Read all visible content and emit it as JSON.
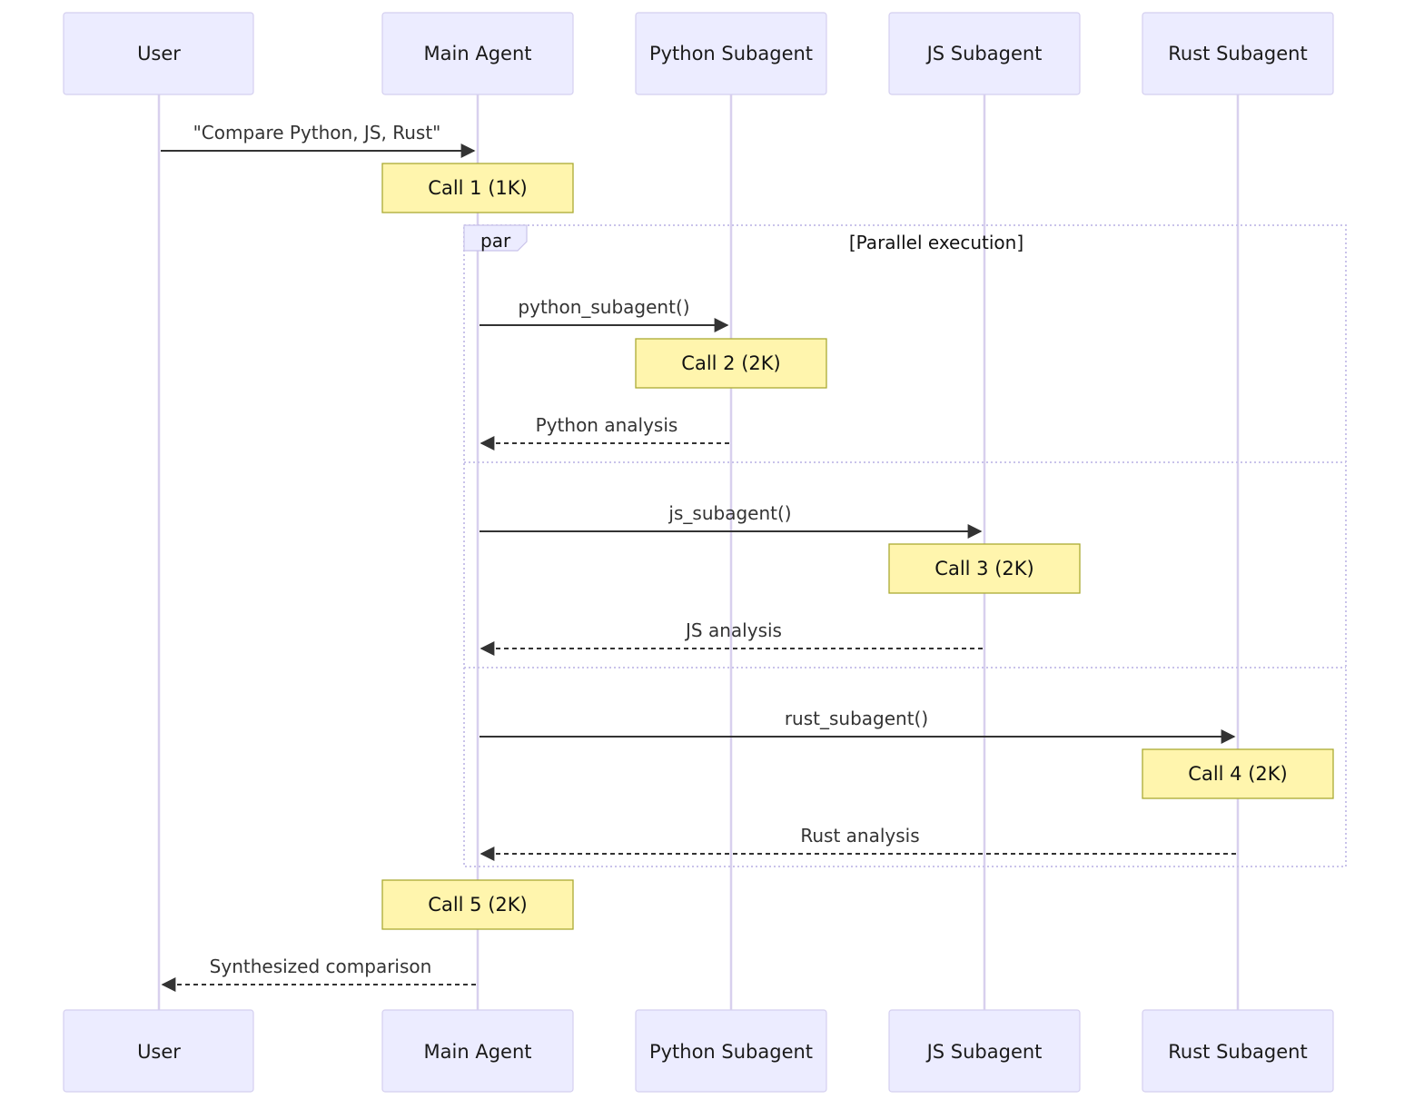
{
  "participants": [
    {
      "id": "user",
      "label": "User"
    },
    {
      "id": "main",
      "label": "Main Agent"
    },
    {
      "id": "python",
      "label": "Python Subagent"
    },
    {
      "id": "js",
      "label": "JS Subagent"
    },
    {
      "id": "rust",
      "label": "Rust Subagent"
    }
  ],
  "messages": [
    {
      "from": "user",
      "to": "main",
      "label": "\"Compare Python, JS, Rust\"",
      "style": "solid"
    },
    {
      "from": "main",
      "to": "python",
      "label": "python_subagent()",
      "style": "solid"
    },
    {
      "from": "python",
      "to": "main",
      "label": "Python analysis",
      "style": "dashed"
    },
    {
      "from": "main",
      "to": "js",
      "label": "js_subagent()",
      "style": "solid"
    },
    {
      "from": "js",
      "to": "main",
      "label": "JS analysis",
      "style": "dashed"
    },
    {
      "from": "main",
      "to": "rust",
      "label": "rust_subagent()",
      "style": "solid"
    },
    {
      "from": "rust",
      "to": "main",
      "label": "Rust analysis",
      "style": "dashed"
    },
    {
      "from": "main",
      "to": "user",
      "label": "Synthesized comparison",
      "style": "dashed"
    }
  ],
  "notes": [
    {
      "over": "main",
      "label": "Call 1 (1K)"
    },
    {
      "over": "python",
      "label": "Call 2 (2K)"
    },
    {
      "over": "js",
      "label": "Call 3 (2K)"
    },
    {
      "over": "rust",
      "label": "Call 4 (2K)"
    },
    {
      "over": "main",
      "label": "Call 5 (2K)"
    }
  ],
  "frame": {
    "keyword": "par",
    "condition": "[Parallel execution]"
  },
  "colors": {
    "actor_fill": "#ECECFF",
    "actor_border": "#d4cfef",
    "lifeline": "#d8d0ee",
    "note_fill": "#FFF5AD",
    "note_border": "#aaaa33",
    "arrow": "#333333"
  }
}
